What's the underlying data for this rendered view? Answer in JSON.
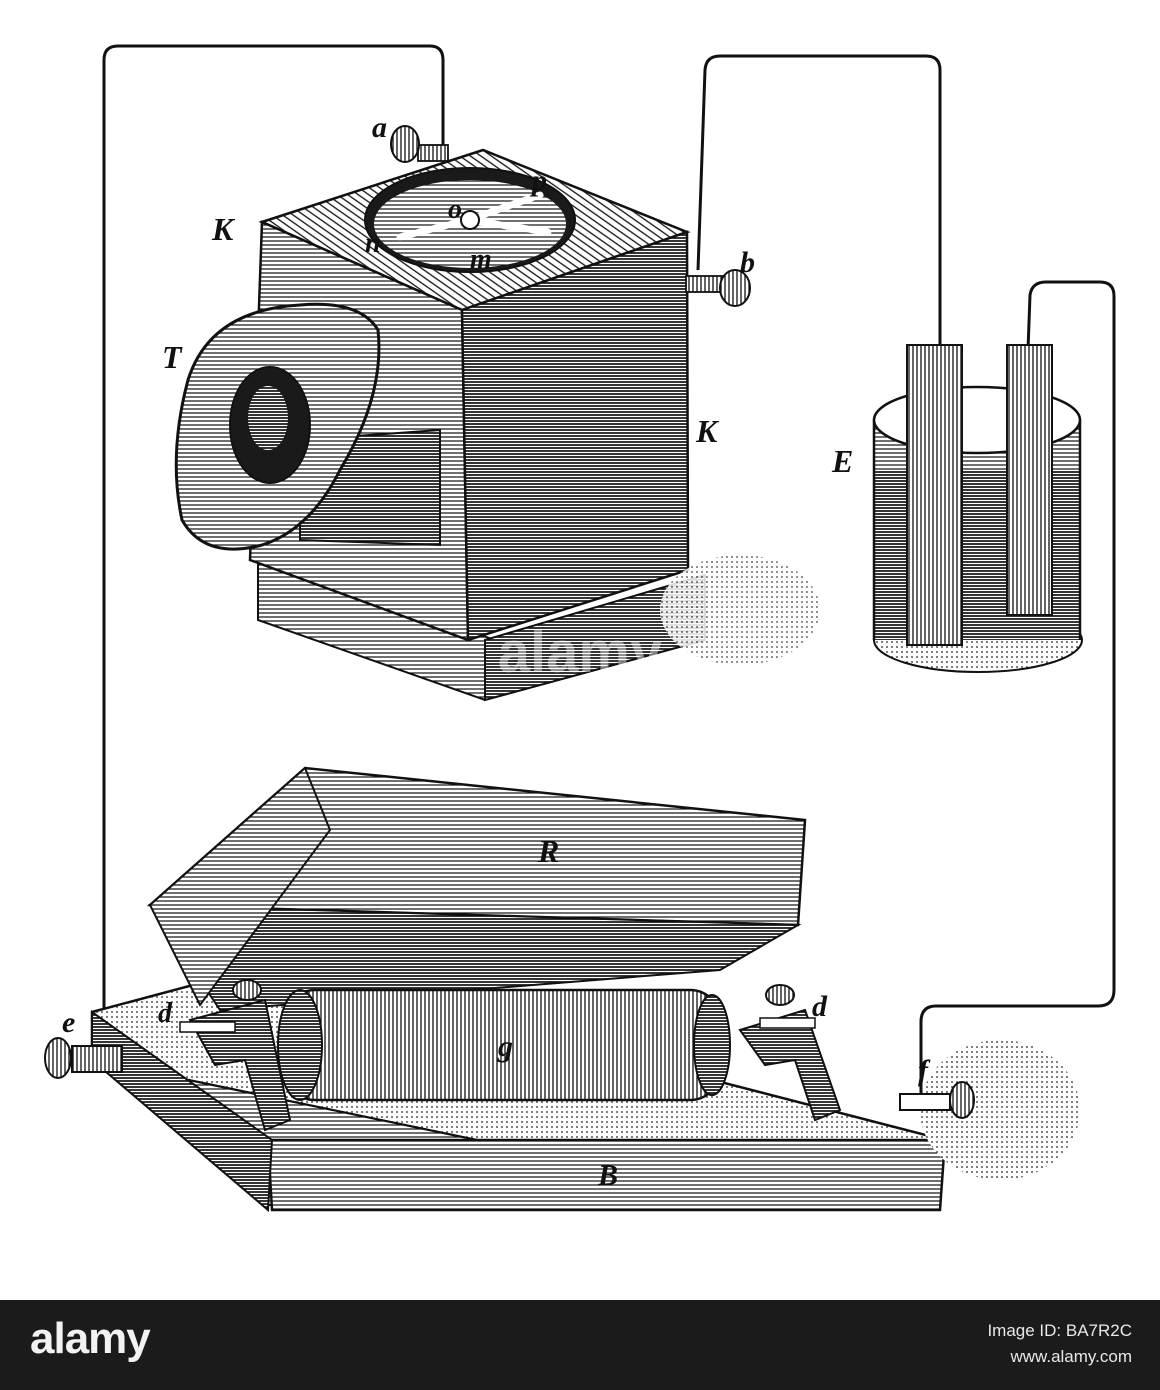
{
  "labels": {
    "a": "a",
    "b": "b",
    "p": "p",
    "o": "o",
    "n": "n",
    "m": "m",
    "K_left": "K",
    "K_right": "K",
    "T": "T",
    "E": "E",
    "R": "R",
    "g": "g",
    "d_left": "d",
    "d_right": "d",
    "e": "e",
    "f": "f",
    "B": "B"
  },
  "watermark": "alamy",
  "footer": {
    "logo": "alamy",
    "image_id_line": "Image ID: BA7R2C",
    "site": "www.alamy.com"
  },
  "colors": {
    "ink": "#111111",
    "paper": "#ffffff",
    "footer": "#1b1b1b"
  }
}
